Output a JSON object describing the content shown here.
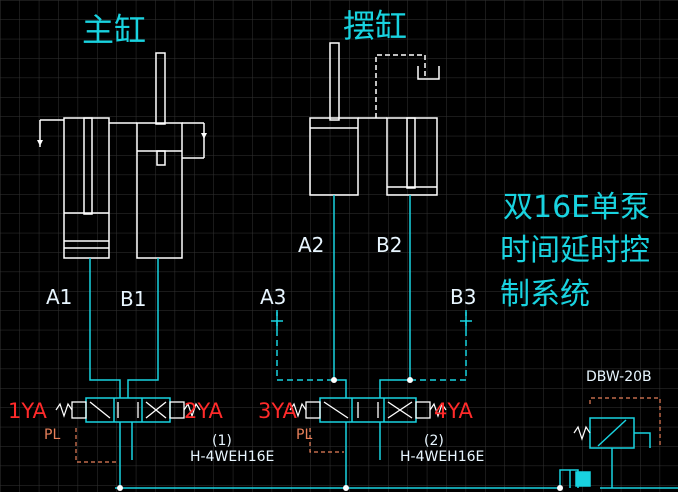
{
  "titles": {
    "main_cylinder": "主缸",
    "swing_cylinder": "摆缸"
  },
  "ports": {
    "a1": "A1",
    "b1": "B1",
    "a2": "A2",
    "b2": "B2",
    "a3": "A3",
    "b3": "B3"
  },
  "solenoids": {
    "s1": "1YA",
    "s2": "2YA",
    "s3": "3YA",
    "s4": "4YA",
    "pl_left": "PL",
    "pl_right": "PL"
  },
  "valves": {
    "v1_index": "(1)",
    "v1_model": "H-4WEH16E",
    "v2_index": "(2)",
    "v2_model": "H-4WEH16E",
    "relief_model": "DBW-20B"
  },
  "system_title": {
    "line1": "双16E单泵",
    "line2": "时间延时控",
    "line3": "制系统"
  },
  "colors": {
    "background": "#000000",
    "grid": "#3a3a3a",
    "line": "#19d3e0",
    "component": "#ffffff",
    "solenoid_label": "#ff2a2a",
    "pilot_line": "#e8805a"
  }
}
